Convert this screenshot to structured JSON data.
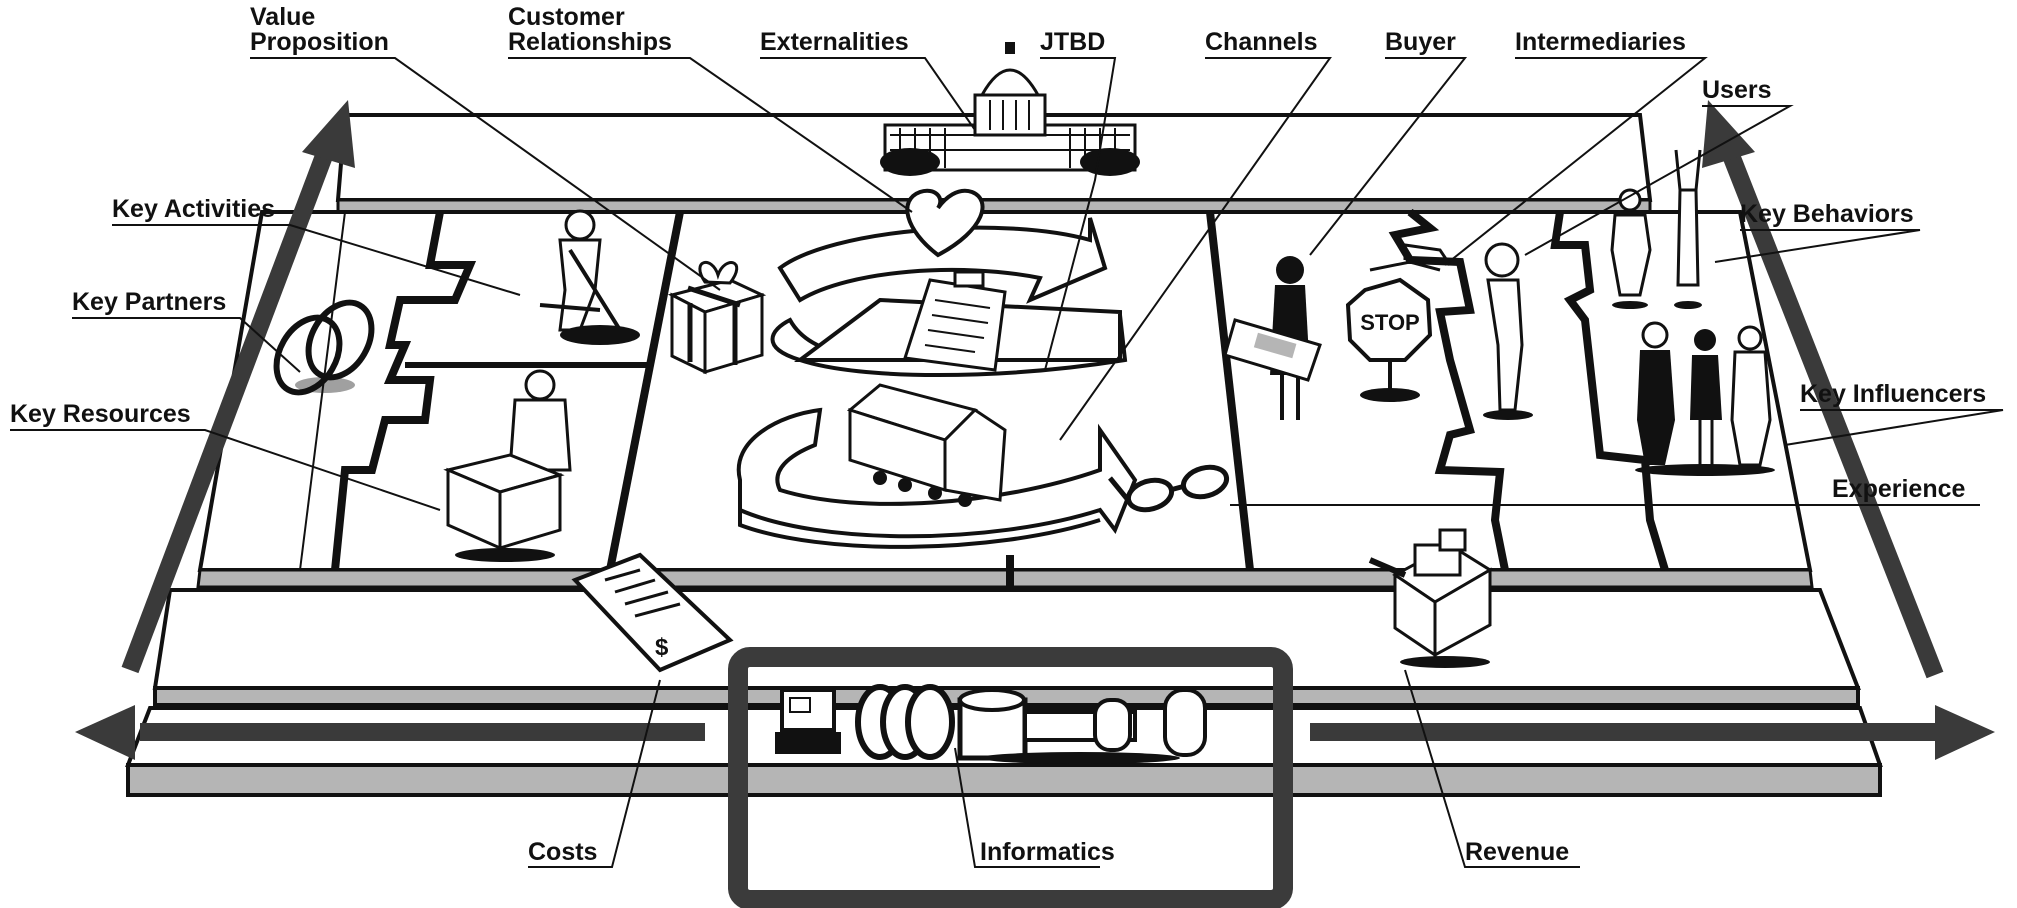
{
  "labels": {
    "value_proposition": [
      "Value",
      "Proposition"
    ],
    "customer_relationships": [
      "Customer",
      "Relationships"
    ],
    "externalities": "Externalities",
    "jtbd": "JTBD",
    "channels": "Channels",
    "buyer": "Buyer",
    "intermediaries": "Intermediaries",
    "users": "Users",
    "key_activities": "Key Activities",
    "key_partners": "Key Partners",
    "key_resources": "Key Resources",
    "key_behaviors": "Key Behaviors",
    "key_influencers": "Key Influencers",
    "experience": "Experience",
    "costs": "Costs",
    "informatics": "Informatics",
    "revenue": "Revenue",
    "stop_sign": "STOP"
  },
  "icons": [
    "capitol-building-icon",
    "heart-icon",
    "gift-box-icon",
    "clipboard-icon",
    "delivery-truck-icon",
    "chain-links-icon",
    "worker-shoveling-icon",
    "worker-packing-box-icon",
    "person-holding-money-icon",
    "stop-sign-icon",
    "standing-person-icon",
    "stretching-people-icon",
    "group-of-people-icon",
    "eyeglasses-icon",
    "cash-register-icon",
    "invoice-document-icon",
    "computer-terminal-icon",
    "industrial-pipeline-icon"
  ],
  "colors": {
    "ink": "#111111",
    "shade": "#b5b5b5",
    "frame": "#3b3b3b",
    "arrow": "#3a3a3a"
  }
}
